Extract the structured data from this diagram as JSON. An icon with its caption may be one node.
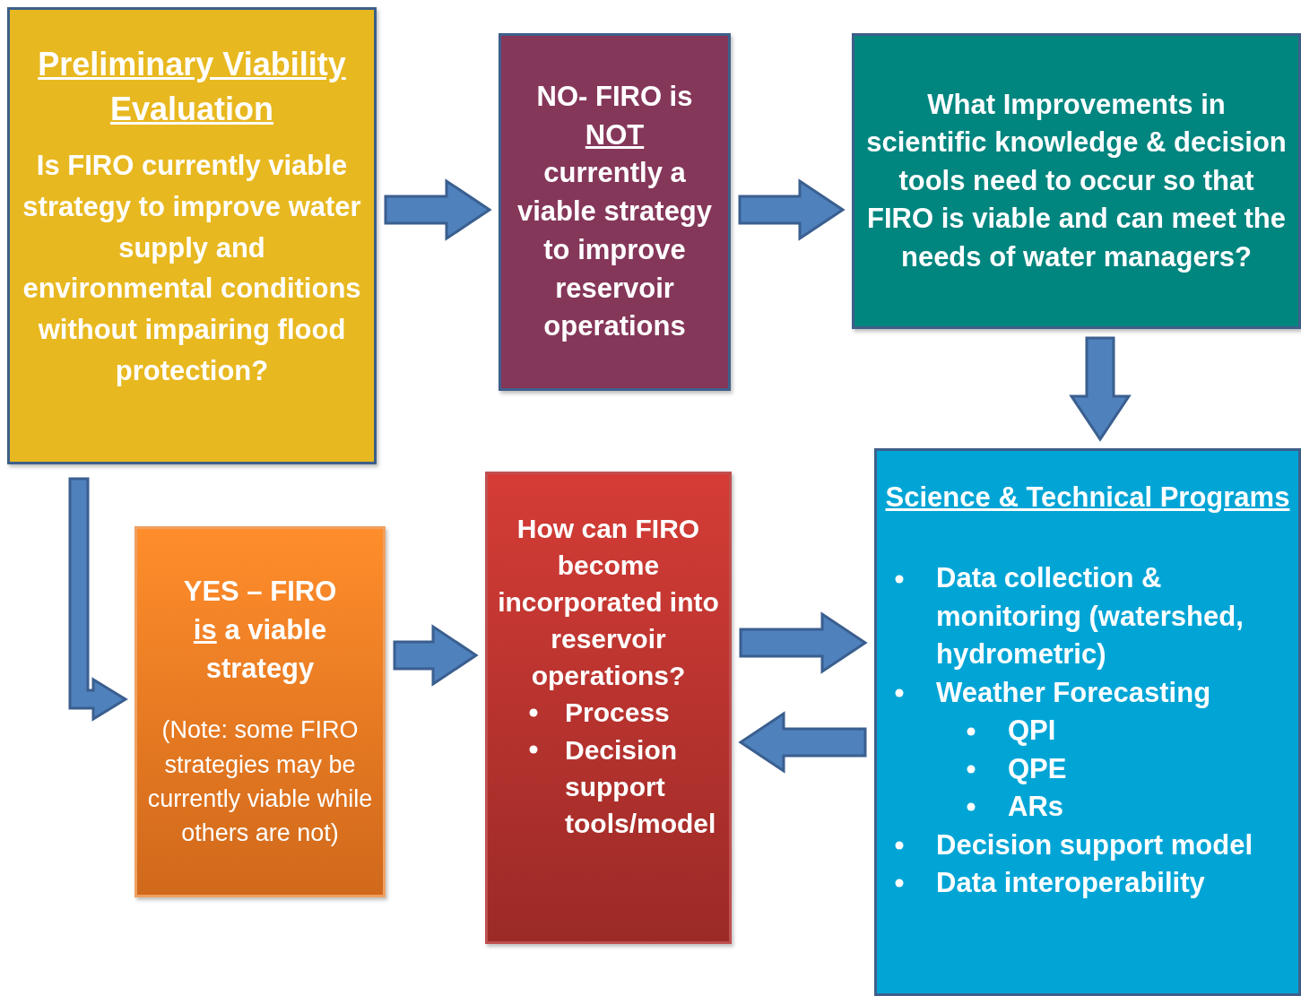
{
  "diagram": {
    "nodes": [
      {
        "text": [
          "Preliminary Viability Evaluation",
          "Is FIRO currently viable strategy to improve water supply and environmental conditions without impairing flood protection?"
        ]
      },
      {
        "text": [
          "NO- FIRO is",
          "NOT",
          "currently a viable strategy to improve reservoir operations"
        ]
      },
      {
        "text": [
          "What Improvements in scientific knowledge & decision tools need to occur so that FIRO is viable and can meet the needs of water managers?"
        ]
      },
      {
        "text": [
          "YES – FIRO",
          "is",
          "a viable strategy",
          "(Note:  some FIRO strategies may be currently viable while others are not)"
        ]
      },
      {
        "text": [
          "How can FIRO become incorporated into reservoir operations?",
          "Process",
          "Decision support tools/model"
        ]
      },
      {
        "text": [
          "Science & Technical Programs",
          "Data collection & monitoring (watershed, hydrometric)",
          "Weather Forecasting",
          "QPI",
          "QPE",
          "ARs",
          "Decision support model",
          "Data interoperability"
        ]
      }
    ],
    "edges": [
      {
        "from": 0,
        "to": 1,
        "arrow": "to"
      },
      {
        "from": 1,
        "to": 2,
        "arrow": "to"
      },
      {
        "from": 2,
        "to": 5,
        "arrow": "to"
      },
      {
        "from": 0,
        "to": 3,
        "arrow": "to"
      },
      {
        "from": 3,
        "to": 4,
        "arrow": "to"
      },
      {
        "from": 4,
        "to": 5,
        "arrow": "to"
      },
      {
        "from": 5,
        "to": 4,
        "arrow": "to"
      }
    ]
  }
}
